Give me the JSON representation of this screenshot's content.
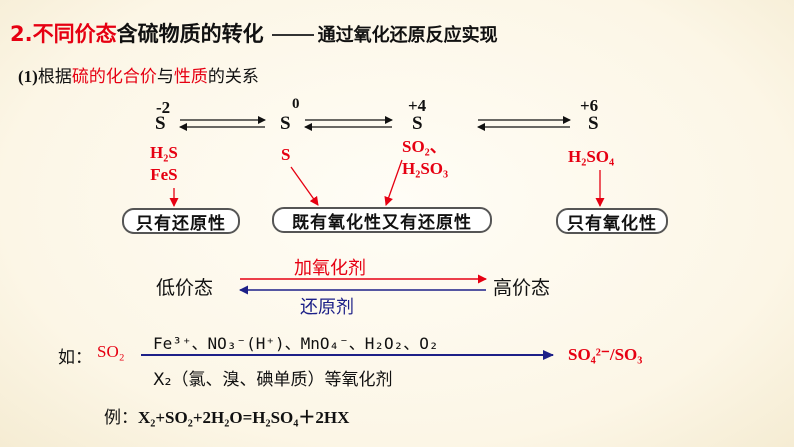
{
  "title": {
    "number": "2.",
    "highlight": "不同价态",
    "main": "含硫物质的转化",
    "dash": "——",
    "subtitle": "通过氧化还原反应实现"
  },
  "section": {
    "lead": "(1)",
    "text_before": "根据",
    "hl1": "硫的化合价",
    "mid": "与",
    "hl2": "性质",
    "text_after": "的关系"
  },
  "valence_states": [
    {
      "valence": "-2",
      "symbol": "S",
      "species": [
        "H₂S",
        "FeS"
      ]
    },
    {
      "valence": "0",
      "symbol": "S",
      "species": [
        "S"
      ]
    },
    {
      "valence": "+4",
      "symbol": "S",
      "species": [
        "SO₂、",
        "H₂SO₃"
      ]
    },
    {
      "valence": "+6",
      "symbol": "S",
      "species": [
        "H₂SO₄"
      ]
    }
  ],
  "properties": {
    "reducing_only": "只有还原性",
    "both": "既有氧化性又有还原性",
    "oxidizing_only": "只有氧化性"
  },
  "conversion": {
    "low": "低价态",
    "high": "高价态",
    "oxidant": "加氧化剂",
    "reductant": "还原剂"
  },
  "example_block": {
    "prefix": "如：",
    "reactant": "SO₂",
    "oxidants_line1": "Fe³⁺、NO₃⁻(H⁺)、MnO₄⁻、H₂O₂、O₂",
    "oxidants_line2": "X₂（氯、溴、碘单质）等氧化剂",
    "product": "SO₄²⁻/SO₃"
  },
  "equation": {
    "label": "例：",
    "formula": "X₂+SO₂+2H₂O=H₂SO₄＋2HX"
  },
  "colors": {
    "accent_red": "#e60012",
    "accent_blue": "#1d2088"
  }
}
